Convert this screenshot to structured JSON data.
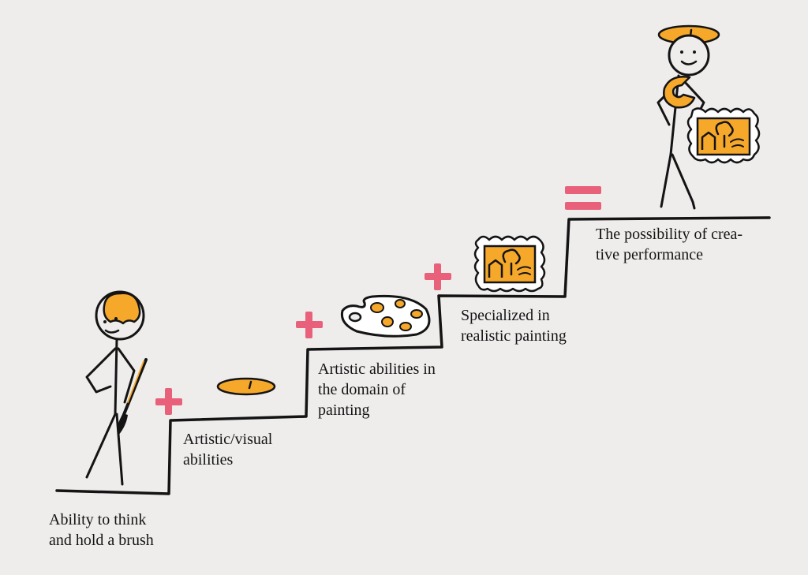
{
  "steps": [
    {
      "label": "Ability to think\nand hold a brush"
    },
    {
      "label": "Artistic/visual\nabilities"
    },
    {
      "label": "Artistic abilities in\nthe domain of\npainting"
    },
    {
      "label": "Specialized in\nrealistic painting"
    },
    {
      "label": "The possibility of crea-\ntive performance"
    }
  ],
  "colors": {
    "accent_orange": "#f6a82b",
    "operator_pink": "#e9607a",
    "ink": "#141414",
    "background": "#efedec"
  },
  "icons": [
    "brain-icon",
    "paintbrush-icon",
    "beret-icon",
    "palette-icon",
    "painting-icon",
    "trophy-icon"
  ]
}
